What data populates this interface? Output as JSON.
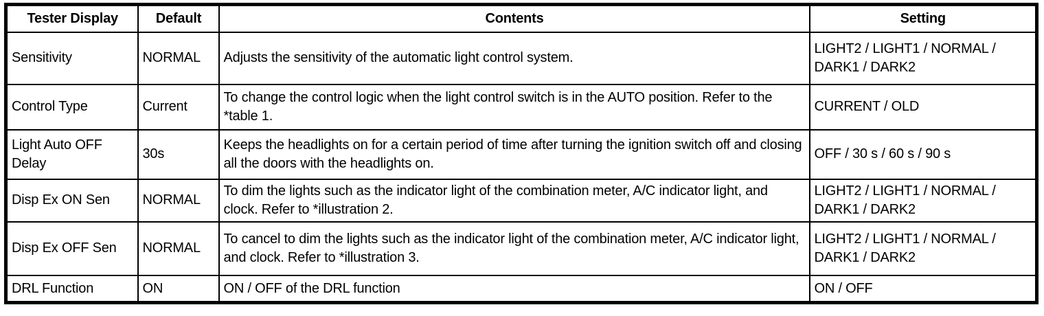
{
  "table": {
    "headers": {
      "tester_display": "Tester Display",
      "default": "Default",
      "contents": "Contents",
      "setting": "Setting"
    },
    "rows": [
      {
        "tester_display": "Sensitivity",
        "default": "NORMAL",
        "contents": "Adjusts the sensitivity of the automatic light control system.",
        "setting": "LIGHT2 / LIGHT1 / NORMAL / DARK1 / DARK2"
      },
      {
        "tester_display": "Control Type",
        "default": "Current",
        "contents": "To change the control logic when the light control switch is in the AUTO position. Refer to the *table 1.",
        "setting": "CURRENT / OLD"
      },
      {
        "tester_display": "Light Auto OFF Delay",
        "default": "30s",
        "contents": "Keeps the headlights on for a certain period of time after turning the ignition switch off and closing all the doors with the headlights on.",
        "setting": "OFF / 30 s / 60 s / 90 s"
      },
      {
        "tester_display": "Disp Ex ON Sen",
        "default": "NORMAL",
        "contents": "To dim the lights such as the indicator light of the combination meter, A/C indicator light, and clock. Refer to *illustration 2.",
        "setting": "LIGHT2 / LIGHT1 / NORMAL / DARK1 / DARK2"
      },
      {
        "tester_display": "Disp Ex OFF Sen",
        "default": "NORMAL",
        "contents": "To cancel to dim the lights such as the indicator light of the combination meter, A/C indicator light, and clock. Refer to *illustration 3.",
        "setting": "LIGHT2 / LIGHT1 / NORMAL / DARK1 / DARK2"
      },
      {
        "tester_display": "DRL Function",
        "default": "ON",
        "contents": "ON / OFF of the DRL function",
        "setting": "ON / OFF"
      }
    ]
  }
}
